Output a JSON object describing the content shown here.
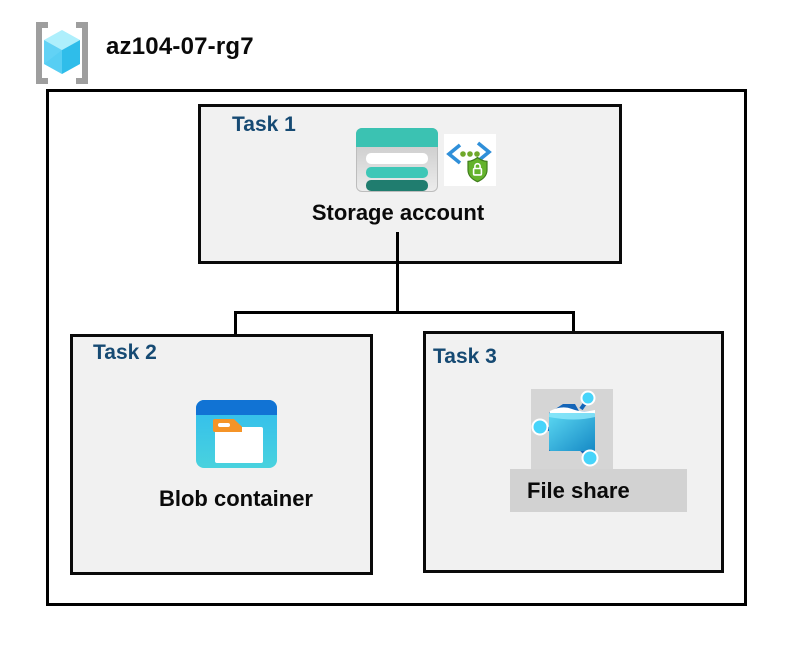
{
  "header": {
    "icon": "resource-group-icon",
    "resource_group_name": "az104-07-rg7"
  },
  "tasks": [
    {
      "label": "Task 1",
      "resource": "Storage account",
      "icons": [
        "storage-account-icon",
        "sas-secure-access-icon"
      ]
    },
    {
      "label": "Task 2",
      "resource": "Blob container",
      "icons": [
        "blob-container-icon"
      ]
    },
    {
      "label": "Task 3",
      "resource": "File share",
      "icons": [
        "file-share-icon"
      ]
    }
  ],
  "connections": [
    {
      "from": "Storage account",
      "to": "Blob container"
    },
    {
      "from": "Storage account",
      "to": "File share"
    }
  ],
  "colors": {
    "task_label_navy": "#164a73",
    "box_fill_gray": "#f1f1f1",
    "border_black": "#000000",
    "storage_teal": "#3bc2b2",
    "storage_teal_dark": "#207d6f",
    "blob_header_blue": "#1173d4",
    "blob_body_blue": "#35c0ee",
    "folder_tab_orange": "#f59427",
    "sas_shield_green": "#64b32c",
    "sas_bracket_blue": "#2f8fd9",
    "file_share_bg_gray": "#d2d2d2",
    "rg_bracket_gray": "#9e9e9e",
    "rg_cube_cyan": "#35c1ec"
  }
}
